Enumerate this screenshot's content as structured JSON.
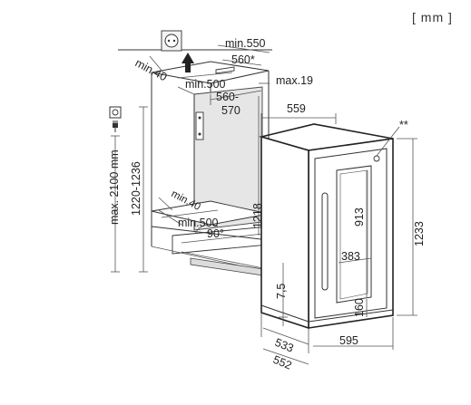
{
  "units_label": "[ mm ]",
  "note_marker": "**",
  "niche": {
    "min_40_top": "min.40",
    "min_500_top": "min.500",
    "min_550": "min.550",
    "val_560_star": "560*",
    "max_19": "max.19",
    "range_560": "560-",
    "range_570": "570",
    "min_40_bottom": "min.40",
    "min_500_bottom": "min.500",
    "angle_90": "90°",
    "height_1218": "1218",
    "height_1220_1236": "1220-1236",
    "max_2100": "max. 2100 mm"
  },
  "appliance": {
    "width_559": "559",
    "height_1233": "1233",
    "handle_913": "913",
    "handle_383": "383",
    "handle_160": "160",
    "gap_7_5": "7,5",
    "depth_533": "533",
    "depth_552": "552",
    "width_595": "595"
  },
  "icons": {
    "socket": "socket-icon",
    "plug": "plug-icon",
    "vent": "vent-grille-icon",
    "airflow": "airflow-arrow-icon"
  }
}
